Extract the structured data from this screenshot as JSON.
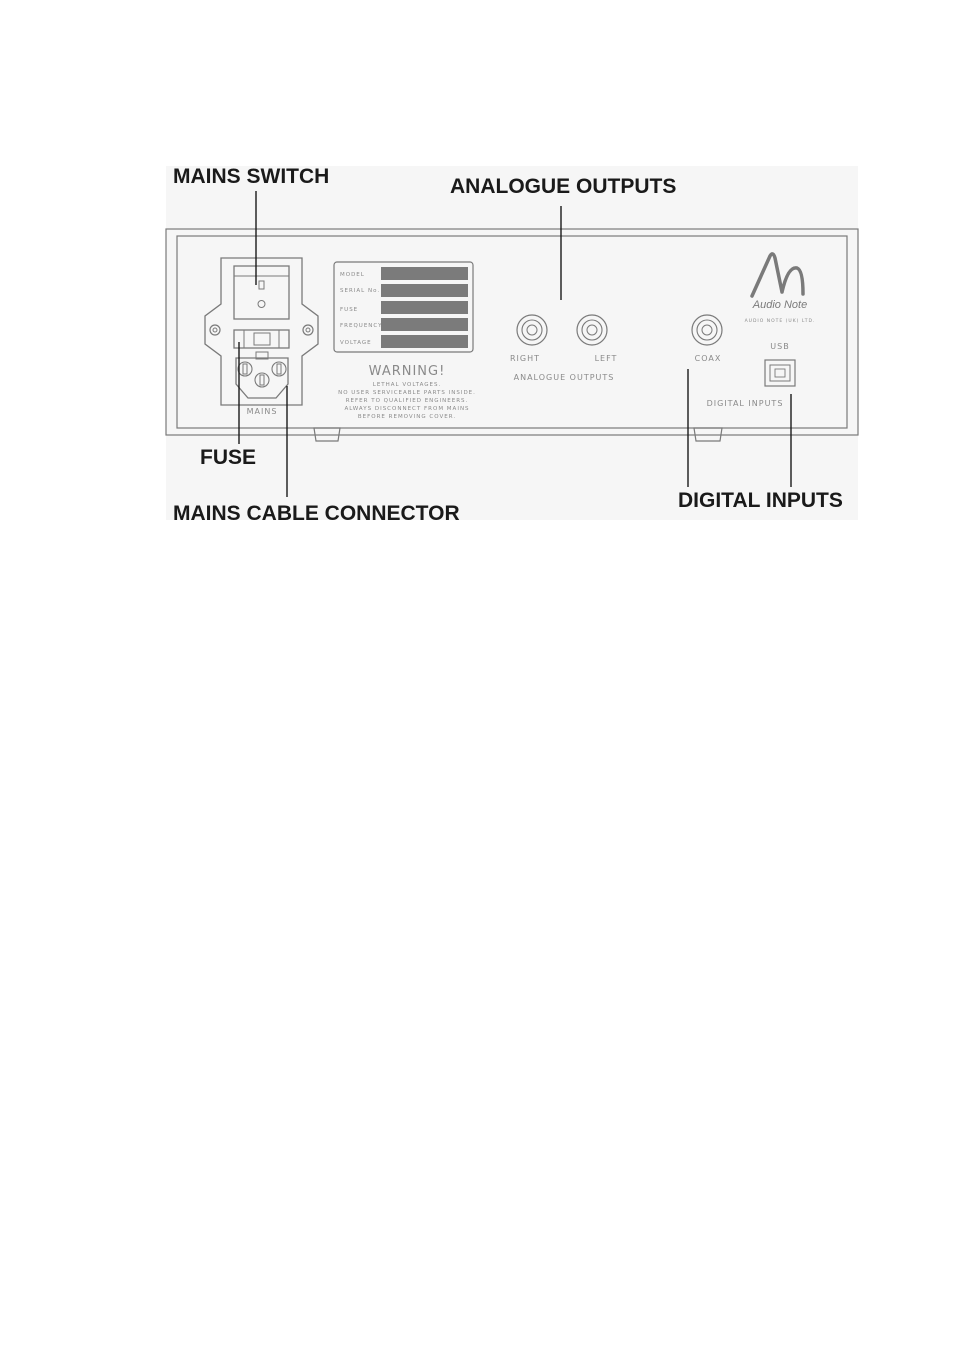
{
  "callouts": {
    "mains_switch": "MAINS SWITCH",
    "analogue_outputs": "ANALOGUE OUTPUTS",
    "fuse": "FUSE",
    "mains_cable_connector": "MAINS CABLE CONNECTOR",
    "digital_inputs": "DIGITAL INPUTS"
  },
  "panel": {
    "mains_label": "MAINS",
    "rating_plate": {
      "rows": [
        "MODEL",
        "SERIAL No.",
        "FUSE",
        "FREQUENCY",
        "VOLTAGE"
      ]
    },
    "warning": {
      "title": "WARNING!",
      "lines": [
        "LETHAL VOLTAGES.",
        "NO USER SERVICEABLE PARTS INSIDE.",
        "REFER TO QUALIFIED ENGINEERS.",
        "ALWAYS DISCONNECT FROM MAINS",
        "BEFORE REMOVING COVER."
      ]
    },
    "outputs": {
      "right": "RIGHT",
      "left": "LEFT",
      "group": "ANALOGUE OUTPUTS"
    },
    "digital": {
      "coax": "COAX",
      "usb": "USB",
      "group": "DIGITAL INPUTS"
    },
    "brand": {
      "name": "Audio Note",
      "company": "AUDIO NOTE (UK) LTD."
    }
  },
  "colors": {
    "panel_bg": "#f7f7f7",
    "outline": "#7a7a7a",
    "plate_field": "#7b7b7b",
    "callout_text": "#1a1a1a"
  }
}
